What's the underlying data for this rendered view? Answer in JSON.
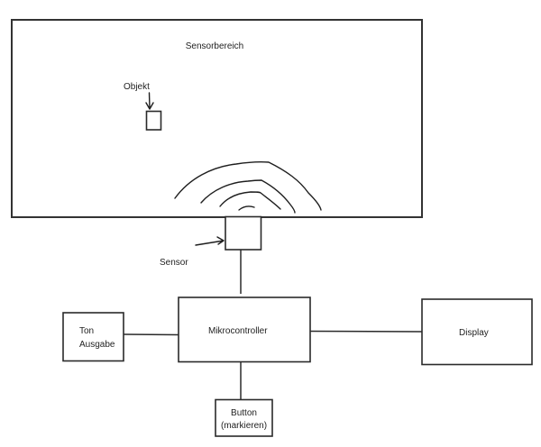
{
  "diagram": {
    "type": "block-diagram",
    "sensor_area": {
      "label": "Sensorbereich"
    },
    "object": {
      "label": "Objekt"
    },
    "sensor": {
      "label": "Sensor"
    },
    "microcontroller": {
      "label": "Mikrocontroller"
    },
    "sound_output": {
      "label_line1": "Ton",
      "label_line2": "Ausgabe"
    },
    "display": {
      "label": "Display"
    },
    "button": {
      "label_line1": "Button",
      "label_line2": "(markieren)"
    },
    "connections": [
      {
        "from": "Sensor",
        "to": "Mikrocontroller"
      },
      {
        "from": "Mikrocontroller",
        "to": "Ton Ausgabe"
      },
      {
        "from": "Mikrocontroller",
        "to": "Display"
      },
      {
        "from": "Mikrocontroller",
        "to": "Button (markieren)"
      }
    ],
    "signal_waves": 4
  }
}
